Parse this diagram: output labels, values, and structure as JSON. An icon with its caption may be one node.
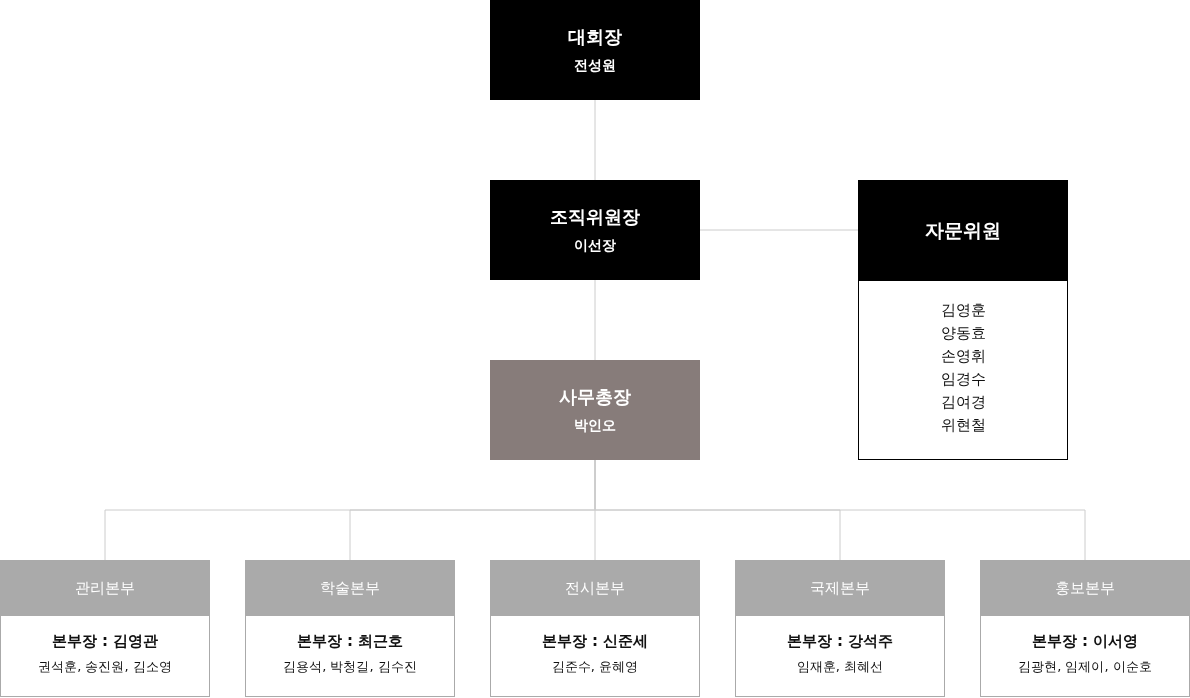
{
  "diagram": {
    "nodes": [
      {
        "text": [
          "대회장",
          "전성원"
        ]
      },
      {
        "text": [
          "조직위원장",
          "이선장"
        ]
      },
      {
        "text": [
          "사무총장",
          "박인오"
        ]
      },
      {
        "text": [
          "자문위원",
          "김영훈",
          "양동효",
          "손영휘",
          "임경수",
          "김여경",
          "위현철"
        ]
      },
      {
        "text": [
          "관리본부",
          "본부장 : 김영관",
          "권석훈, 송진원, 김소영"
        ]
      },
      {
        "text": [
          "학술본부",
          "본부장 : 최근호",
          "김용석, 박청길, 김수진"
        ]
      },
      {
        "text": [
          "전시본부",
          "본부장 : 신준세",
          "김준수, 윤혜영"
        ]
      },
      {
        "text": [
          "국제본부",
          "본부장 : 강석주",
          "임재훈, 최혜선"
        ]
      },
      {
        "text": [
          "홍보본부",
          "본부장 : 이서영",
          "김광현, 임제이, 이순호"
        ]
      }
    ],
    "edges": [
      {
        "from": 0,
        "to": 1,
        "arrow": "none"
      },
      {
        "from": 1,
        "to": 3,
        "arrow": "none"
      },
      {
        "from": 1,
        "to": 2,
        "arrow": "none"
      },
      {
        "from": 2,
        "to": 4,
        "arrow": "none"
      },
      {
        "from": 2,
        "to": 5,
        "arrow": "none"
      },
      {
        "from": 2,
        "to": 6,
        "arrow": "none"
      },
      {
        "from": 2,
        "to": 7,
        "arrow": "none"
      },
      {
        "from": 2,
        "to": 8,
        "arrow": "none"
      }
    ]
  }
}
